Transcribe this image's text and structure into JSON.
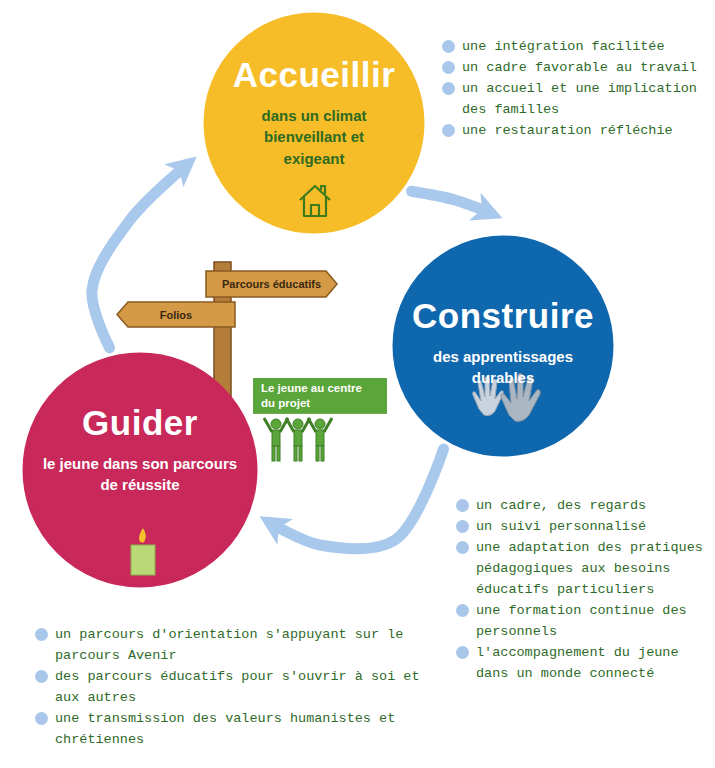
{
  "diagram": {
    "nodes": [
      {
        "text": [
          "Accueillir",
          "dans un climat bienveillant et exigeant"
        ]
      },
      {
        "text": [
          "Parcours éducatifs"
        ]
      },
      {
        "text": [
          "Folios"
        ]
      },
      {
        "text": [
          "Construire",
          "des apprentissages durables"
        ]
      },
      {
        "text": [
          "Le jeune au centre du projet"
        ]
      },
      {
        "text": [
          "Guider",
          "le jeune dans son parcours de réussite"
        ]
      }
    ],
    "edges": [
      {
        "from": 0,
        "to": 3,
        "arrow": "to"
      },
      {
        "from": 3,
        "to": 5,
        "arrow": "to"
      },
      {
        "from": 5,
        "to": 0,
        "arrow": "to"
      }
    ],
    "labels": [
      "une intégration facilitée",
      "un cadre favorable au travail",
      "un accueil et une implication des familles",
      "une restauration réfléchie",
      "un cadre, des regards",
      "un suivi personnalisé",
      "une adaptation des pratiques pédagogiques aux besoins éducatifs particuliers",
      "une formation continue des personnels",
      "l'accompagnement du jeune dans un monde connecté",
      "un parcours d'orientation s'appuyant sur le parcours Avenir",
      "des parcours éducatifs pour s'ouvrir à soi et aux autres",
      "une transmission des valeurs humanistes et chrétiennes"
    ]
  }
}
